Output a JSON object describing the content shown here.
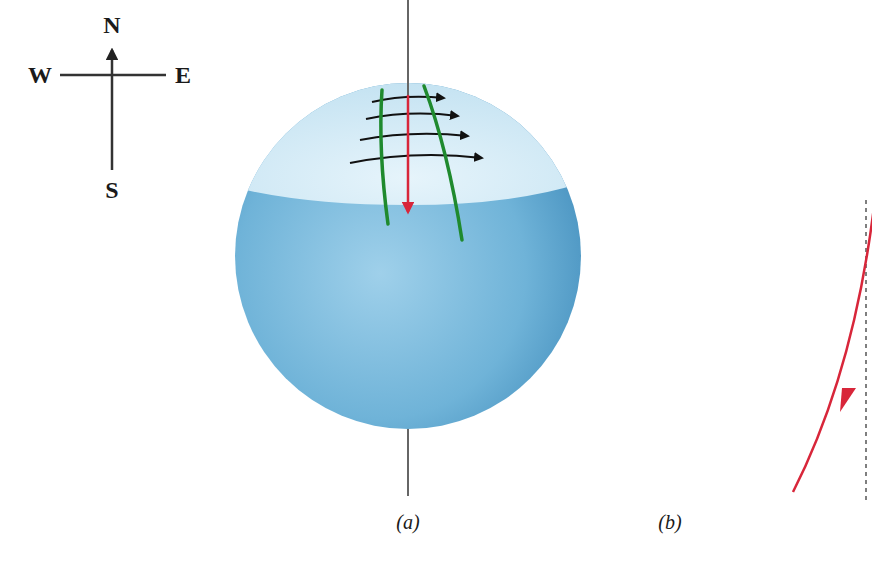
{
  "diagram": {
    "labels": [
      "N",
      "W",
      "E",
      "S",
      "(a)",
      "(b)"
    ]
  }
}
